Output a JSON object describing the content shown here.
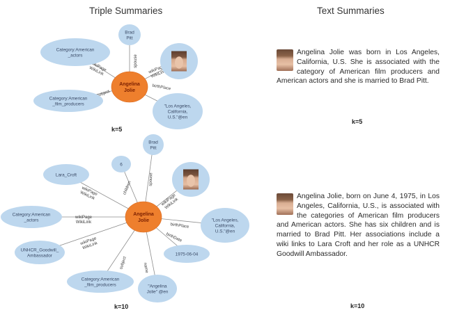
{
  "columns": {
    "left_title": "Triple Summaries",
    "right_title": "Text Summaries"
  },
  "colors": {
    "center_node": "#ee7f2d",
    "leaf_node": "#bdd7ee",
    "edge": "#8c8c8c"
  },
  "graphs": [
    {
      "k_label": "k=5",
      "center": "Angelina Jolie",
      "nodes": [
        {
          "label": "Brad Pitt",
          "edge": "spouse",
          "kind": "text"
        },
        {
          "label": "[photo]",
          "edge": "wikiPage WikiLink",
          "kind": "image"
        },
        {
          "label": "Category:American _actors",
          "edge": "wikiPage WikiLink",
          "kind": "text"
        },
        {
          "label": "Category:American _film_producers",
          "edge": "subject",
          "kind": "text"
        },
        {
          "label": "\"Los Angeles, California, U.S.\"@en",
          "edge": "birthPlace",
          "kind": "text"
        }
      ]
    },
    {
      "k_label": "k=10",
      "center": "Angelina Jolie",
      "nodes": [
        {
          "label": "Brad Pitt",
          "edge": "spouse",
          "kind": "text"
        },
        {
          "label": "6",
          "edge": "children",
          "kind": "text"
        },
        {
          "label": "[photo]",
          "edge": "wikiPage WikiLink",
          "kind": "image"
        },
        {
          "label": "Lara_Croft",
          "edge": "wikiPage WikiLink",
          "kind": "text"
        },
        {
          "label": "Category:American _actors",
          "edge": "wikiPage WikiLink",
          "kind": "text"
        },
        {
          "label": "UNHCR_Goodwill_ Ambassador",
          "edge": "wikiPage WikiLink",
          "kind": "text"
        },
        {
          "label": "Category:American _film_producers",
          "edge": "subject",
          "kind": "text"
        },
        {
          "label": "\"Angelina Jolie\"@en",
          "edge": "name",
          "kind": "text"
        },
        {
          "label": "1975-06-04",
          "edge": "birthDate",
          "kind": "text"
        },
        {
          "label": "\"Los Angeles, California, U.S.\"@en",
          "edge": "birthPlace",
          "kind": "text"
        }
      ]
    }
  ],
  "summaries": [
    {
      "k_label": "k=5",
      "text": "Angelina Jolie was born in Los Angeles, California, U.S. She is associated with the category of American film producers and American actors and she is married to Brad Pitt."
    },
    {
      "k_label": "k=10",
      "text": "Angelina Jolie, born on June 4, 1975, in Los Angeles, California, U.S., is associated with the categories of American film producers and American actors. She has six children and is married to Brad Pitt. Her associations include a wiki links to Lara Croft and her role as a UNHCR Goodwill Ambassador."
    }
  ]
}
